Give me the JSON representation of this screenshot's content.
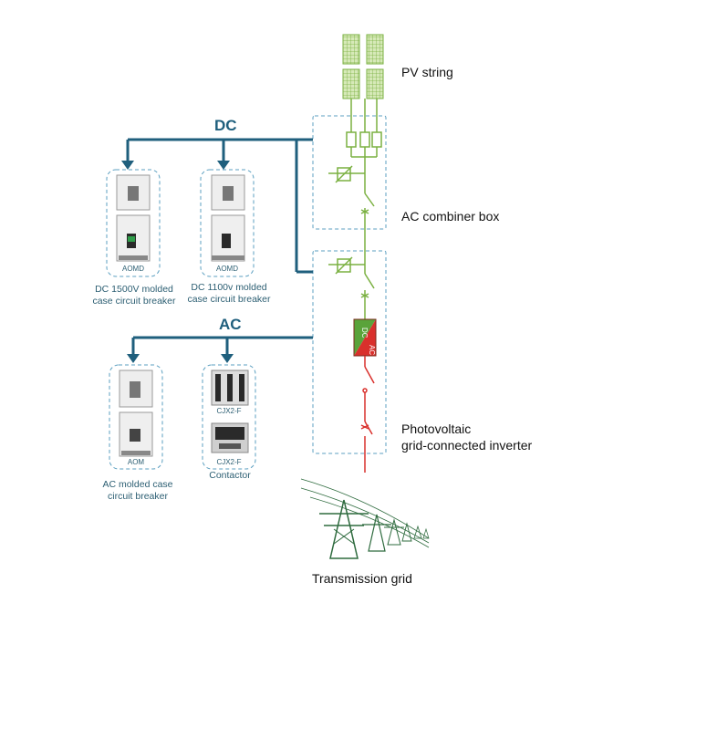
{
  "labels": {
    "pv_string": "PV string",
    "combiner_box": "AC combiner box",
    "inverter_line1": "Photovoltaic",
    "inverter_line2": "grid-connected inverter",
    "transmission_grid": "Transmission grid"
  },
  "buses": {
    "dc": "DC",
    "ac": "AC"
  },
  "inverter_symbol": {
    "dc": "DC",
    "ac": "AC"
  },
  "devices": {
    "dc1500": {
      "tag": "AOMD",
      "caption_line1": "DC 1500V molded",
      "caption_line2": "case circuit breaker"
    },
    "dc1100": {
      "tag": "AOMD",
      "caption_line1": "DC 1100v molded",
      "caption_line2": "case circuit breaker"
    },
    "ac_breaker": {
      "tag": "AOM",
      "caption_line1": "AC molded case",
      "caption_line2": "circuit breaker"
    },
    "contactor": {
      "tag_top": "CJX2-F",
      "tag_bottom": "CJX2-F",
      "caption": "Contactor"
    }
  },
  "colors": {
    "bus_blue": "#1f5f7d",
    "pv_green": "#7ab040",
    "ac_red": "#d9302c",
    "dash_box": "#5b9fc0",
    "caption": "#2d5f73"
  }
}
